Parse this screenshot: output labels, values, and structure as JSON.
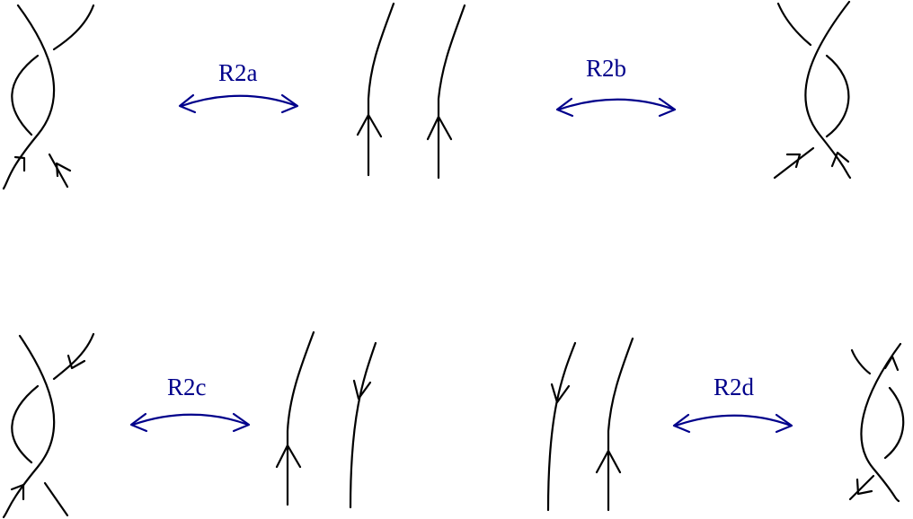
{
  "moves": [
    {
      "id": "r2a",
      "label": "R2a"
    },
    {
      "id": "r2b",
      "label": "R2b"
    },
    {
      "id": "r2c",
      "label": "R2c"
    },
    {
      "id": "r2d",
      "label": "R2d"
    }
  ],
  "colors": {
    "strand": "#000000",
    "move_arrow": "#00008b"
  }
}
